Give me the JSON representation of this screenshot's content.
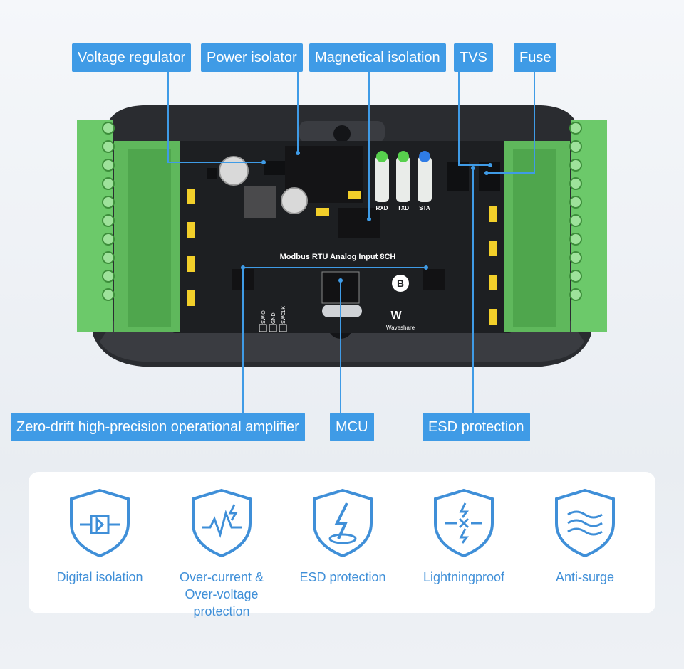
{
  "colors": {
    "accent": "#3f9be6",
    "icon_blue": "#3f8fd8",
    "terminal_green": "#6cc96a",
    "pcb_black": "#1d1f22",
    "enclosure": "#2a2c30"
  },
  "callouts": {
    "voltage_regulator": "Voltage regulator",
    "power_isolator": "Power isolator",
    "magnetical_isolation": "Magnetical isolation",
    "tvs": "TVS",
    "fuse": "Fuse",
    "opamp": "Zero-drift high-precision operational amplifier",
    "mcu": "MCU",
    "esd": "ESD protection"
  },
  "board": {
    "title": "Modbus RTU Analog Input 8CH",
    "led_labels": [
      "RXD",
      "TXD",
      "STA"
    ],
    "debug_labels": [
      "SWIO",
      "GND",
      "SWCLK"
    ],
    "brand": "Waveshare"
  },
  "features": [
    {
      "icon": "digital-isolation-icon",
      "label": "Digital isolation"
    },
    {
      "icon": "over-current-icon",
      "label": "Over-current &",
      "label2": "Over-voltage protection"
    },
    {
      "icon": "esd-icon",
      "label": "ESD protection"
    },
    {
      "icon": "lightning-icon",
      "label": "Lightningproof"
    },
    {
      "icon": "anti-surge-icon",
      "label": "Anti-surge"
    }
  ]
}
